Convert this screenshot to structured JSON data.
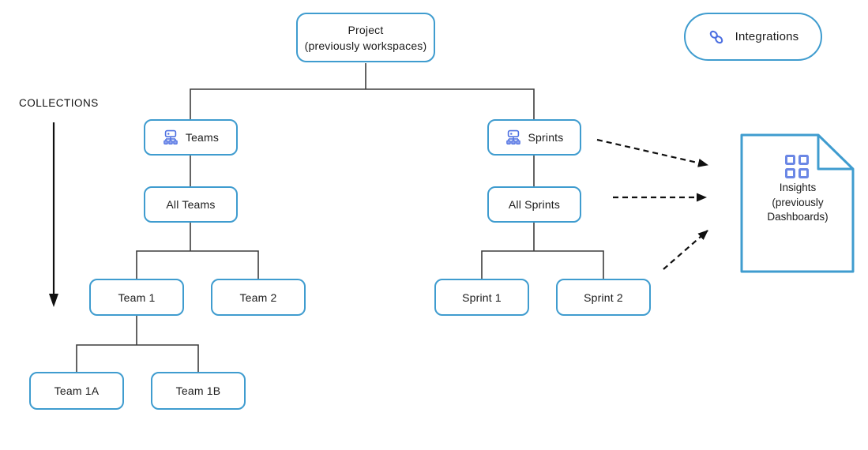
{
  "colors": {
    "box_border": "#3f9ccf",
    "icon_indigo": "#4c6fe1",
    "grid_icon_blue": "#6b87e5",
    "connector_line": "#3d3d3d",
    "arrow_black": "#101010",
    "text": "#1b1b1b"
  },
  "labels": {
    "collections": "COLLECTIONS"
  },
  "nodes": {
    "project": {
      "line1": "Project",
      "line2": "(previously workspaces)"
    },
    "teams": {
      "label": "Teams",
      "icon": "org-hierarchy-icon"
    },
    "all_teams": {
      "label": "All Teams"
    },
    "team_1": {
      "label": "Team 1"
    },
    "team_2": {
      "label": "Team 2"
    },
    "team_1a": {
      "label": "Team 1A"
    },
    "team_1b": {
      "label": "Team 1B"
    },
    "sprints": {
      "label": "Sprints",
      "icon": "org-hierarchy-icon"
    },
    "all_sprints": {
      "label": "All Sprints"
    },
    "sprint_1": {
      "label": "Sprint 1"
    },
    "sprint_2": {
      "label": "Sprint 2"
    }
  },
  "integrations": {
    "label": "Integrations",
    "icon": "link-icon"
  },
  "insights": {
    "line1": "Insights",
    "line2": "(previously",
    "line3": "Dashboards)",
    "icon": "grid-icon"
  }
}
